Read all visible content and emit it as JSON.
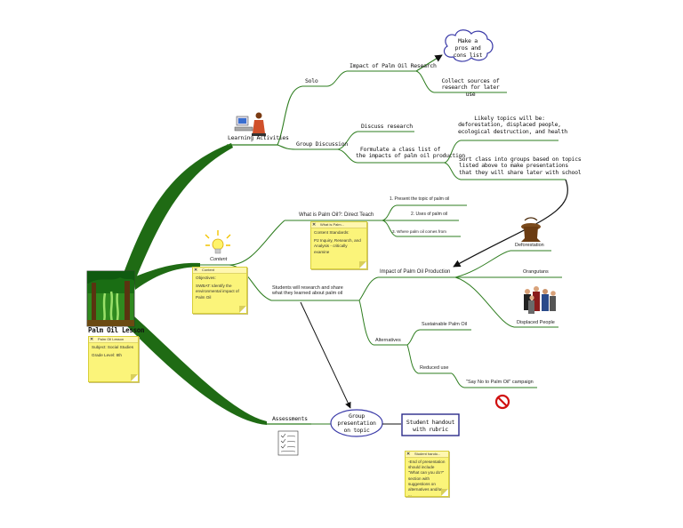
{
  "root": {
    "title": "Palm Oil Lesson"
  },
  "notes": {
    "root_note": {
      "header": "Palm Oil Lesson",
      "subject": "Subject: Social Studies",
      "grade": "Grade Level: 8th"
    },
    "content_note": {
      "header": "Content",
      "objectives": "Objectives:",
      "swbat": "SWBAT: Identify the environmental impact of Palm Oil"
    },
    "teach_note": {
      "header": "What is Palm...",
      "standards": "Content Standards:",
      "p2": "P2 Inquiry, Research, and Analysis - critically examine"
    },
    "handout_note": {
      "header": "Student hando...",
      "text": "-End of presentation should include \"What can you do?\" section with suggestions on alternatives and/or ..."
    }
  },
  "branches": {
    "learning_activities": "Learning Activities",
    "content": "Content",
    "assessments": "Assessments"
  },
  "learning": {
    "solo": "Solo",
    "impact_research": "Impact of Palm Oil Research",
    "make_pros_cons": "Make a pros and cons list",
    "collect_sources": "Collect sources of research for later use",
    "group_discussion": "Group Discussion",
    "discuss_research": "Discuss research",
    "formulate_line1": "Formulate a class list of",
    "formulate_line2": "the impacts of palm oil production",
    "likely_line1": "Likely topics will be:",
    "likely_line2": "deforestation, displaced people,",
    "likely_line3": "ecological destruction, and health",
    "sort_line1": "Sort class into groups based on topics",
    "sort_line2": "listed above to make presentations",
    "sort_line3": "that they will share later with school"
  },
  "content": {
    "what_is": "What is Palm Oil?: Direct Teach",
    "present_topic": "1. Present the topic of palm oil",
    "uses": "2. Uses of palm oil",
    "where": "3. Where palm oil comes from",
    "students_line1": "Students will research and share",
    "students_line2": "what they learned about palm oil",
    "impact_production": "Impact of Palm Oil Production",
    "deforestation": "Deforestation",
    "orangutans": "Orangutans",
    "displaced": "Displaced People",
    "alternatives": "Alternatives",
    "sustainable": "Sustainable Palm Oil",
    "reduced": "Reduced use",
    "say_no": "\"Say No to Palm Oil\" campaign"
  },
  "assessments": {
    "group_line1": "Group",
    "group_line2": "presentation",
    "group_line3": "on topic",
    "handout_line1": "Student handout",
    "handout_line2": "with rubric"
  },
  "colors": {
    "main_branch": "#1f6b14",
    "line_green": "#2e7d1f",
    "note_yellow": "#fbf47a",
    "cloud_border": "#3a3aa8",
    "ellipse_border": "#3a3aa8",
    "no_sign": "#d01010"
  },
  "icons": [
    "rainforest-image",
    "computer-user-icon",
    "lightbulb-icon",
    "checklist-icon",
    "tree-stump-icon",
    "people-group-icon",
    "no-sign-icon"
  ]
}
